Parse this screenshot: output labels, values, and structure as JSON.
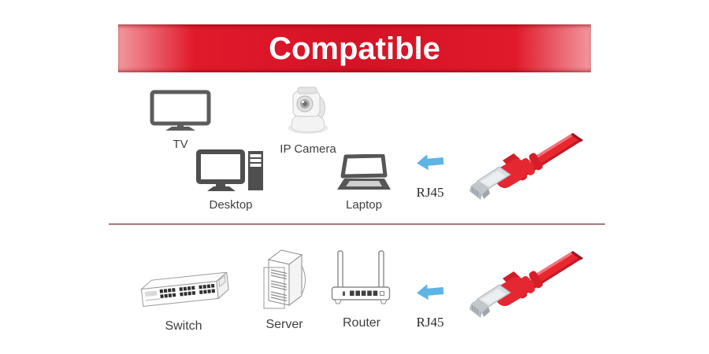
{
  "banner": {
    "title": "Compatible"
  },
  "top_row": {
    "devices": [
      {
        "label": "TV",
        "icon": "tv-icon"
      },
      {
        "label": "IP Camera",
        "icon": "ip-camera-icon"
      },
      {
        "label": "Desktop",
        "icon": "desktop-icon"
      },
      {
        "label": "Laptop",
        "icon": "laptop-icon"
      }
    ],
    "connector_label": "RJ45"
  },
  "bottom_row": {
    "devices": [
      {
        "label": "Switch",
        "icon": "network-switch-icon"
      },
      {
        "label": "Server",
        "icon": "server-icon"
      },
      {
        "label": "Router",
        "icon": "router-icon"
      }
    ],
    "connector_label": "RJ45"
  },
  "colors": {
    "banner_red": "#d61226",
    "banner_edge_pink": "#f2979e",
    "arrow_blue": "#5fb4e6",
    "cable_red": "#e8272f",
    "divider_maroon": "#8d545a",
    "label_gray": "#3f3f3f"
  }
}
